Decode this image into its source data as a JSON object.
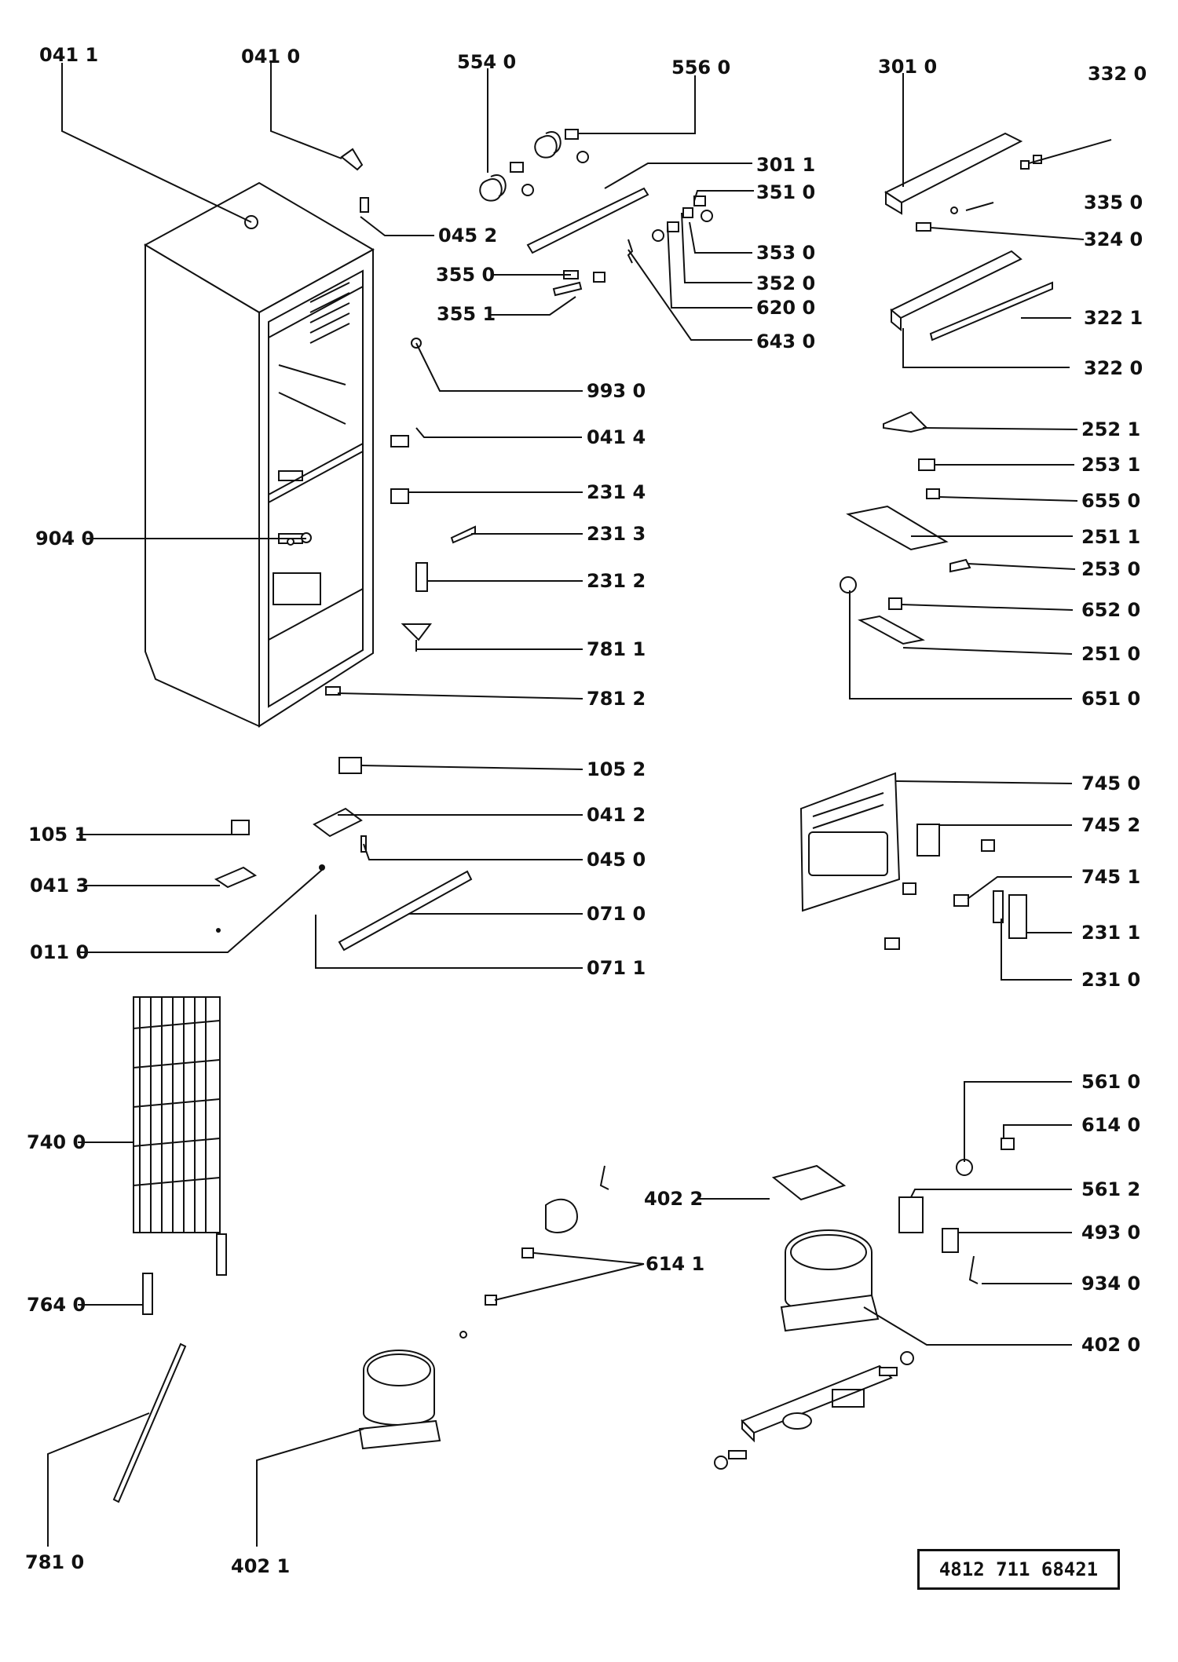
{
  "labels": {
    "l0411": "041 1",
    "l0410": "041 0",
    "l5540": "554 0",
    "l5560": "556 0",
    "l3010": "301 0",
    "l3320": "332 0",
    "l3011": "301 1",
    "l3510": "351 0",
    "l3350": "335 0",
    "l0452": "045 2",
    "l3240": "324 0",
    "l3530": "353 0",
    "l3550": "355 0",
    "l3520": "352 0",
    "l6200": "620 0",
    "l3551": "355 1",
    "l3221": "322 1",
    "l6430": "643 0",
    "l3220": "322 0",
    "l9930": "993 0",
    "l2521": "252 1",
    "l0414": "041 4",
    "l2531": "253 1",
    "l2314": "231 4",
    "l6550": "655 0",
    "l2511": "251 1",
    "l9040": "904 0",
    "l2313": "231 3",
    "l2530": "253 0",
    "l2312": "231 2",
    "l6520": "652 0",
    "l7811": "781 1",
    "l2510": "251 0",
    "l7812": "781 2",
    "l6510": "651 0",
    "l1052": "105 2",
    "l7450": "745 0",
    "l1051": "105 1",
    "l0412": "041 2",
    "l7452": "745 2",
    "l0413": "041 3",
    "l0450": "045 0",
    "l7451": "745 1",
    "l0710": "071 0",
    "l0110": "011 0",
    "l2311": "231 1",
    "l0711": "071 1",
    "l2310": "231 0",
    "l5610": "561 0",
    "l6140": "614 0",
    "l7400": "740 0",
    "l4022": "402 2",
    "l5612": "561 2",
    "l4930": "493 0",
    "l6141": "614 1",
    "l9340": "934 0",
    "l7640": "764 0",
    "l4020": "402 0",
    "l7810": "781 0",
    "l4021": "402 1"
  },
  "reference": "4812   711   68421"
}
